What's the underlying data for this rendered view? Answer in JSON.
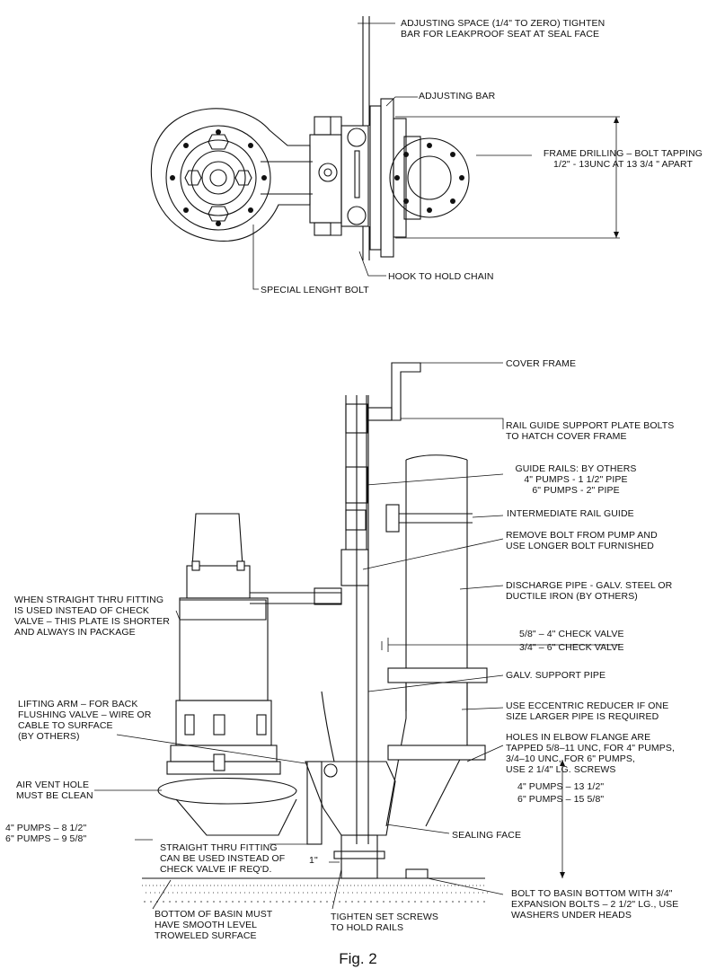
{
  "top_view": {
    "adjusting_space": "ADJUSTING SPACE (1/4\" TO ZERO) TIGHTEN\nBAR FOR LEAKPROOF SEAT AT SEAL FACE",
    "adjusting_bar": "ADJUSTING BAR",
    "frame_drilling": "FRAME DRILLING – BOLT TAPPING\n1/2\" - 13UNC AT 13 3/4 \" APART",
    "hook": "HOOK TO HOLD CHAIN",
    "special_bolt": "SPECIAL LENGHT BOLT"
  },
  "side_view": {
    "cover_frame": "COVER FRAME",
    "rail_guide_support": "RAIL GUIDE SUPPORT PLATE BOLTS\nTO HATCH COVER FRAME",
    "guide_rails": "GUIDE RAILS: BY OTHERS\n4\" PUMPS - 1 1/2\" PIPE\n6\" PUMPS - 2\" PIPE",
    "intermediate_rail": "INTERMEDIATE RAIL GUIDE",
    "remove_bolt": "REMOVE BOLT FROM PUMP AND\nUSE LONGER BOLT FURNISHED",
    "discharge_pipe": "DISCHARGE PIPE - GALV. STEEL OR\nDUCTILE IRON (BY OTHERS)",
    "check_valve_4": "5/8\" – 4\" CHECK VALVE",
    "check_valve_6": "3/4\" – 6\" CHECK VALVE",
    "support_pipe": "GALV. SUPPORT PIPE",
    "eccentric": "USE ECCENTRIC REDUCER IF ONE\nSIZE LARGER PIPE IS REQUIRED",
    "holes": "HOLES IN ELBOW FLANGE ARE\nTAPPED 5/8–11 UNC, FOR 4\" PUMPS,\n3/4–10 UNC, FOR 6\" PUMPS,\nUSE 2 1/4\" LG. SCREWS",
    "height_4": "4\" PUMPS – 13 1/2\"",
    "height_6": "6\" PUMPS – 15 5/8\"",
    "sealing_face": "SEALING FACE",
    "bolt_basin": "BOLT TO BASIN BOTTOM WITH 3/4\"\nEXPANSION BOLTS – 2 1/2\" LG., USE\nWASHERS UNDER HEADS",
    "tighten": "TIGHTEN SET SCREWS\nTO HOLD RAILS",
    "bottom_basin": "BOTTOM OF BASIN MUST\nHAVE SMOOTH LEVEL\nTROWELED SURFACE",
    "straight_thru_fitting": "STRAIGHT THRU FITTING\nCAN BE USED INSTEAD OF\nCHECK VALVE IF REQ'D.",
    "one_inch": "1\"",
    "pump_heights": "4\" PUMPS – 8 1/2\"\n6\" PUMPS – 9 5/8\"",
    "air_vent": "AIR VENT HOLE\nMUST BE CLEAN",
    "lifting_arm": "LIFTING ARM – FOR BACK\nFLUSHING VALVE – WIRE OR\nCABLE TO SURFACE\n(BY OTHERS)",
    "straight_plate": "WHEN STRAIGHT THRU FITTING\nIS USED INSTEAD OF CHECK\nVALVE – THIS PLATE IS SHORTER\nAND ALWAYS IN PACKAGE"
  },
  "caption": "Fig. 2"
}
